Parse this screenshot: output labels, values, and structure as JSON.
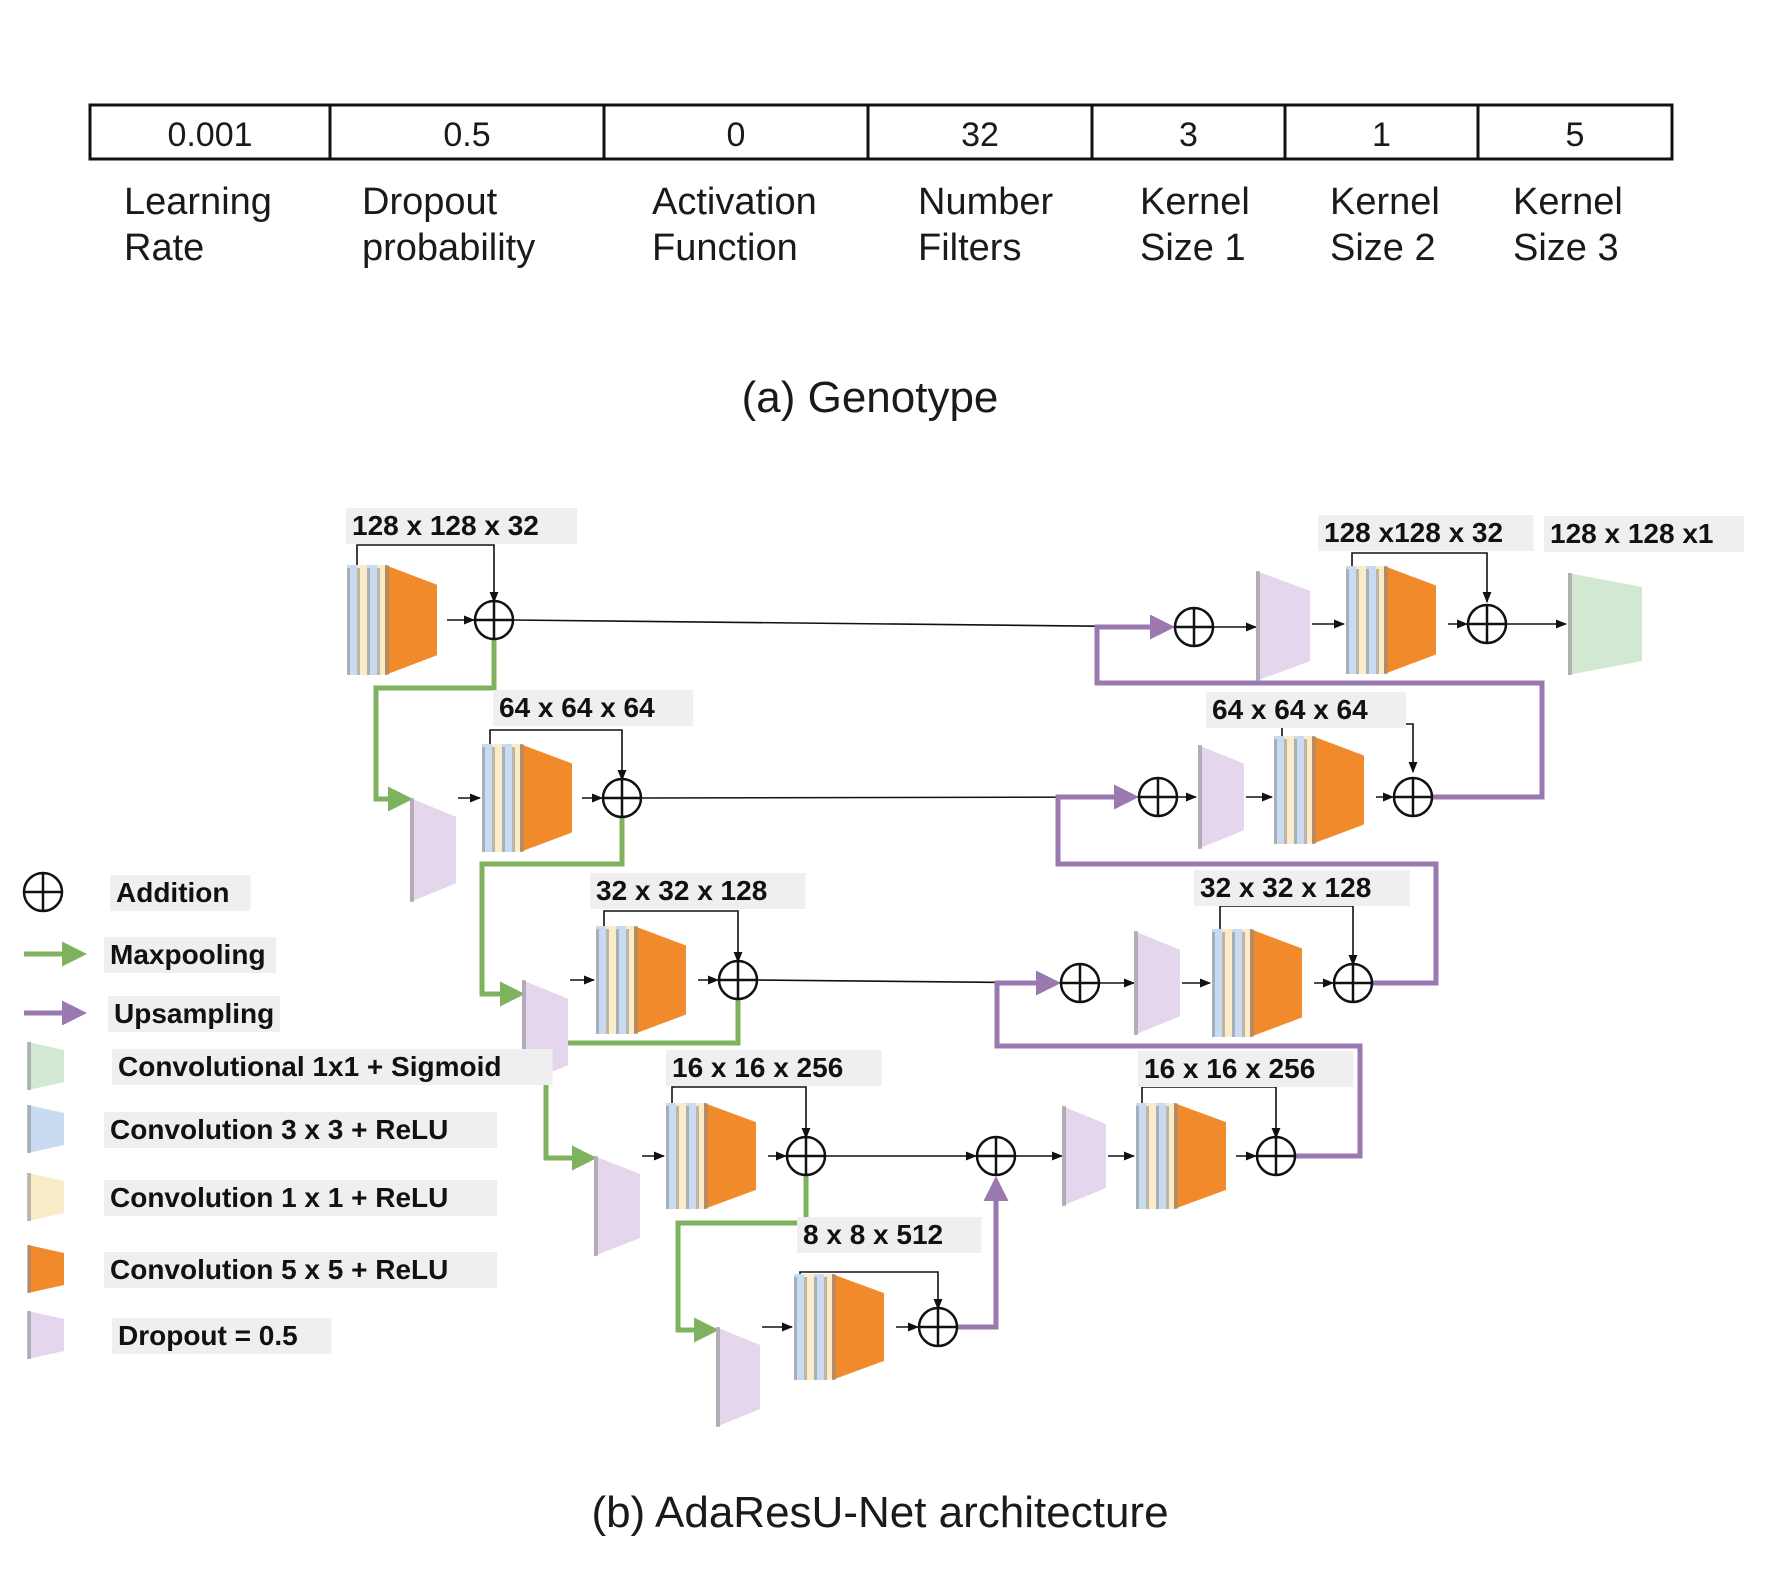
{
  "genotype": {
    "values": [
      "0.001",
      "0.5",
      "0",
      "32",
      "3",
      "1",
      "5"
    ],
    "labels": [
      [
        "Learning",
        "Rate"
      ],
      [
        "Dropout",
        "probability"
      ],
      [
        "Activation",
        "Function"
      ],
      [
        "Number",
        "Filters"
      ],
      [
        "Kernel",
        "Size 1"
      ],
      [
        "Kernel",
        "Size 2"
      ],
      [
        "Kernel",
        "Size 3"
      ]
    ],
    "caption": "(a) Genotype"
  },
  "architecture": {
    "caption": "(b) AdaResU-Net architecture",
    "encoder_dims": [
      "128 x 128 x 32",
      "64 x 64 x 64",
      "32 x 32 x 128",
      "16 x 16 x 256",
      "8 x 8 x 512"
    ],
    "decoder_dims": [
      "128 x128 x 32",
      "64 x 64 x 64",
      "32 x 32 x 128",
      "16 x 16 x 256"
    ],
    "output_dim": "128 x 128 x1"
  },
  "legend": [
    {
      "label": "Addition",
      "icon": "addition-icon"
    },
    {
      "label": "Maxpooling",
      "icon": "green-arrow-icon"
    },
    {
      "label": "Upsampling",
      "icon": "purple-arrow-icon"
    },
    {
      "label": "Convolutional 1x1 + Sigmoid",
      "icon": "green-block-icon"
    },
    {
      "label": "Convolution 3 x 3 + ReLU",
      "icon": "blue-block-icon"
    },
    {
      "label": "Convolution 1 x 1 + ReLU",
      "icon": "yellow-block-icon"
    },
    {
      "label": "Convolution 5 x 5 + ReLU",
      "icon": "orange-block-icon"
    },
    {
      "label": "Dropout = 0.5",
      "icon": "lavender-block-icon"
    }
  ],
  "colors": {
    "maxpool": "#7fb25e",
    "upsample": "#9a78b0",
    "conv3": "#c9dbf0",
    "conv1": "#faecc8",
    "conv5": "#f08a2b",
    "dropout": "#e4d6ec",
    "sigmoid": "#d3e8d2",
    "line": "#111111"
  }
}
